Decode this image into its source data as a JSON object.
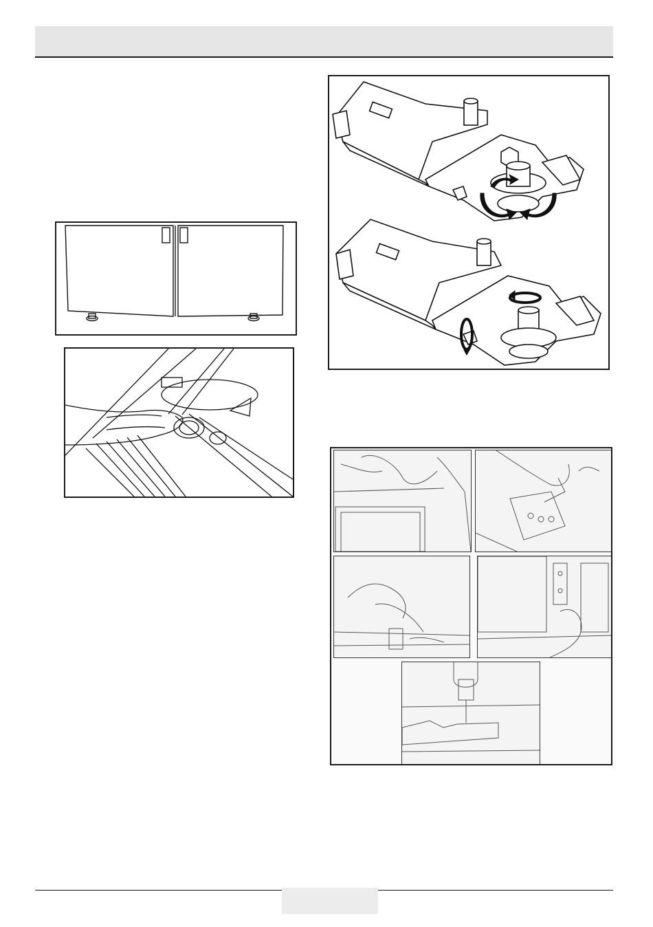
{
  "header": {
    "title": ""
  },
  "figures": {
    "doors": {
      "name": "refrigerator-doors-front-view"
    },
    "hand": {
      "name": "hand-adjusting-door-bushing"
    },
    "hinge": {
      "name": "hinge-adjustment-diagrams"
    },
    "photos": {
      "name": "hinge-installation-photos",
      "count": 5
    }
  },
  "footer": {
    "page_number": ""
  }
}
